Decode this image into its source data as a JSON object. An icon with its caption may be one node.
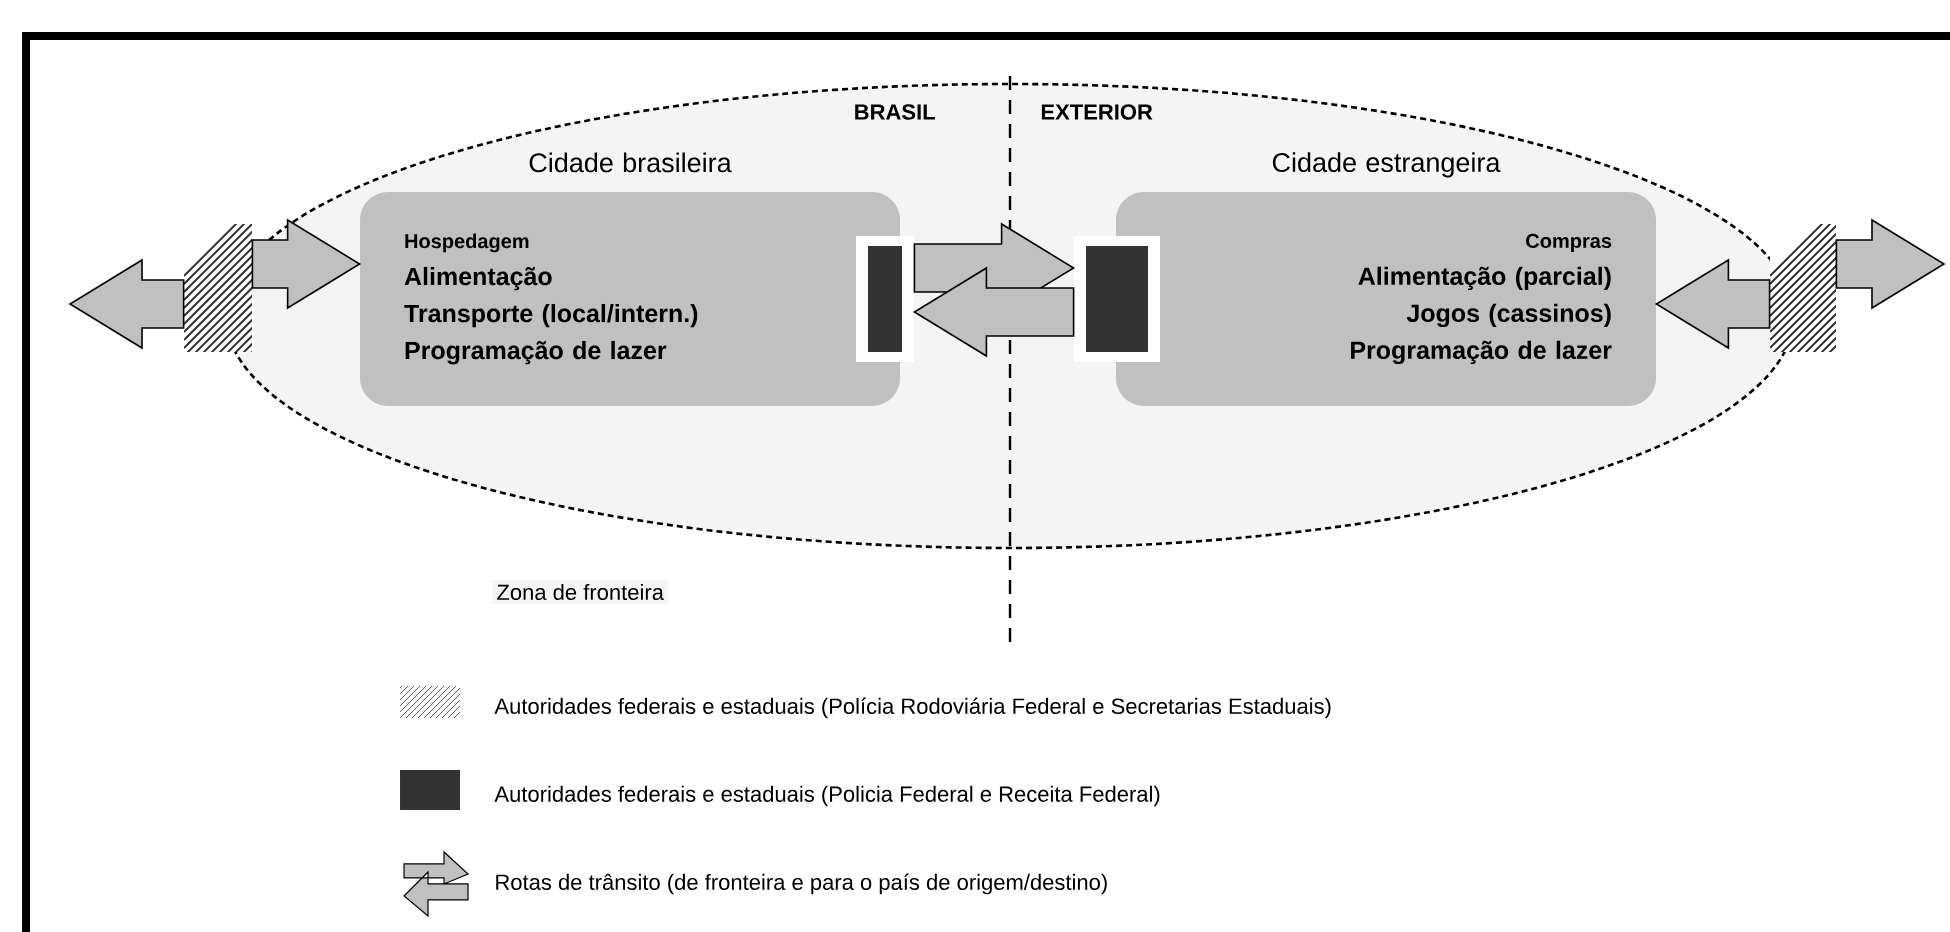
{
  "diagram": {
    "nodes": [
      {
        "text": [
          "Cidade brasileira",
          "Hospedagem",
          "Alimentação",
          "Transporte (local/intern.)",
          "Programação de lazer"
        ]
      },
      {
        "text": [
          "Cidade estrangeira",
          "Compras",
          "Alimentação (parcial)",
          "Jogos (cassinos)",
          "Programação de lazer"
        ]
      },
      {
        "text": [],
        "shape": "box"
      },
      {
        "text": [],
        "shape": "box"
      },
      {
        "text": [],
        "shape": "box"
      },
      {
        "text": [],
        "shape": "box"
      }
    ],
    "edges": [
      {
        "from": 2,
        "to": 0,
        "arrow": "to"
      },
      {
        "from": 2,
        "to": null,
        "arrow": "to"
      },
      {
        "from": 3,
        "to": 4,
        "arrow": "to"
      },
      {
        "from": 4,
        "to": 3,
        "arrow": "to"
      },
      {
        "from": 5,
        "to": 1,
        "arrow": "to"
      },
      {
        "from": 5,
        "to": null,
        "arrow": "to"
      }
    ],
    "labels": [
      "BRASIL",
      "EXTERIOR",
      "Zona de fronteira"
    ],
    "legend": [
      {
        "text": "Autoridades federais e estaduais (Polícia Rodoviária Federal e Secretarias Estaduais)"
      },
      {
        "text": "Autoridades federais e estaduais (Policia Federal e Receita Federal)",
        "color": "#333333"
      },
      {
        "text": "Rotas de trânsito (de fronteira e para o país de origem/destino)"
      }
    ]
  }
}
